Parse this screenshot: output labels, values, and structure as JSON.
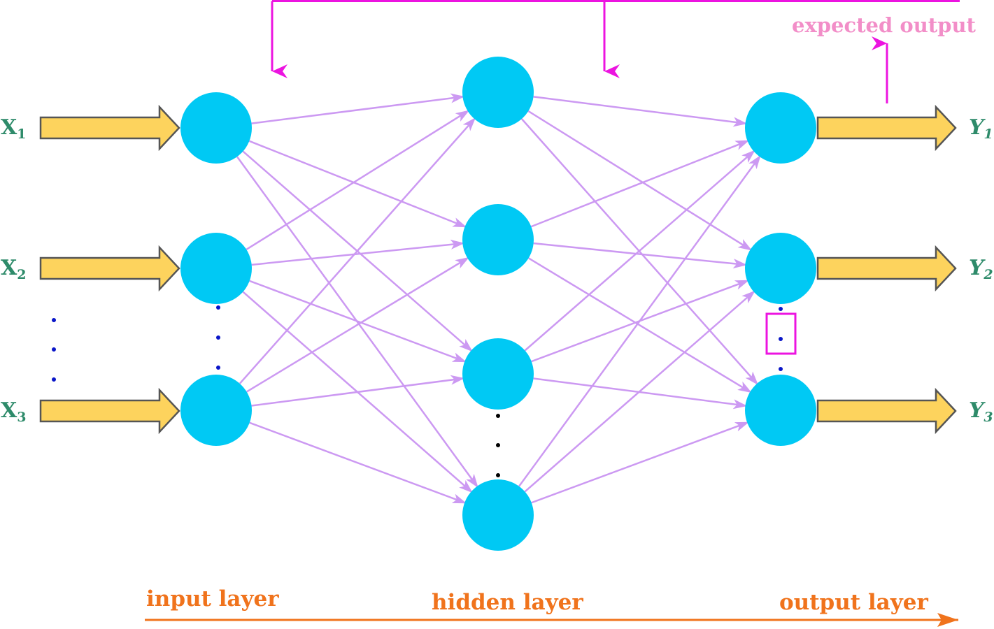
{
  "inputs": [
    {
      "var": "X",
      "sub": "1"
    },
    {
      "var": "X",
      "sub": "2"
    },
    {
      "var": "X",
      "sub": "3"
    }
  ],
  "outputs": [
    {
      "var": "Y",
      "sub": "1"
    },
    {
      "var": "Y",
      "sub": "2"
    },
    {
      "var": "Y",
      "sub": "3"
    }
  ],
  "layers": {
    "input": "input layer",
    "hidden": "hidden layer",
    "output": "output layer"
  },
  "expected_output": "expected output",
  "colors": {
    "node": "#00c9f4",
    "connection": "#cc99f2",
    "input_arrow_fill": "#fdd35d",
    "input_arrow_stroke": "#555555",
    "label_green": "#2e8b6a",
    "layer_orange": "#f0731c",
    "feedback_magenta": "#ec14e0",
    "expected_pink": "#f28ec8",
    "ellipsis_blue": "#0a16c8",
    "ellipsis_black": "#000000"
  }
}
